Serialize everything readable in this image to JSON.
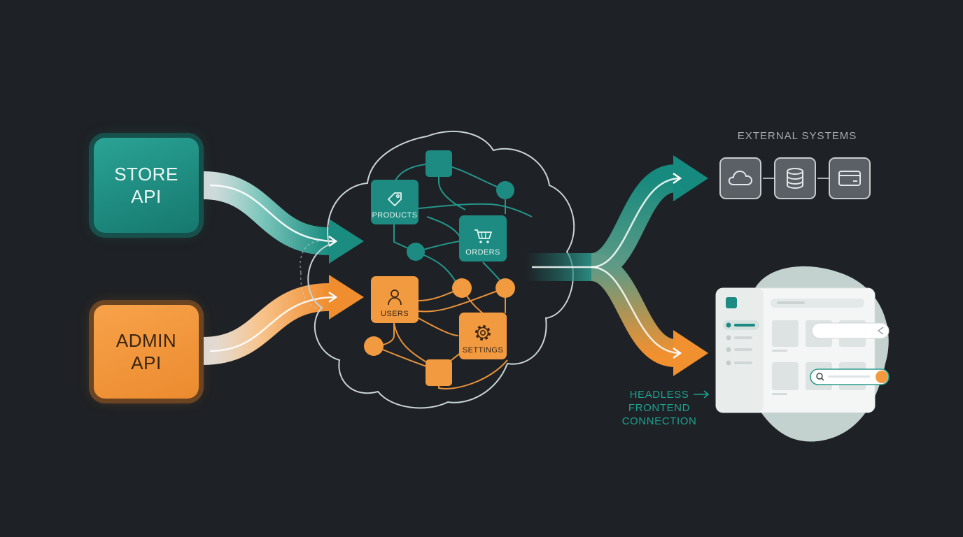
{
  "apis": {
    "store": {
      "line1": "STORE",
      "line2": "API"
    },
    "admin": {
      "line1": "ADMIN",
      "line2": "API"
    }
  },
  "nodes": {
    "products": "PRODUCTS",
    "orders": "ORDERS",
    "users": "USERS",
    "settings": "SETTINGS"
  },
  "external": {
    "title": "EXTERNAL SYSTEMS",
    "icons": [
      "cloud-icon",
      "database-icon",
      "card-icon"
    ]
  },
  "headless": {
    "line1": "HEADLESS",
    "line2": "FRONTEND",
    "line3": "CONNECTION"
  },
  "colors": {
    "background": "#1e2125",
    "teal": "#1d8b81",
    "orange": "#f29a40",
    "cloud_outline": "#c8d4d6",
    "external_box": "#5a6066"
  }
}
